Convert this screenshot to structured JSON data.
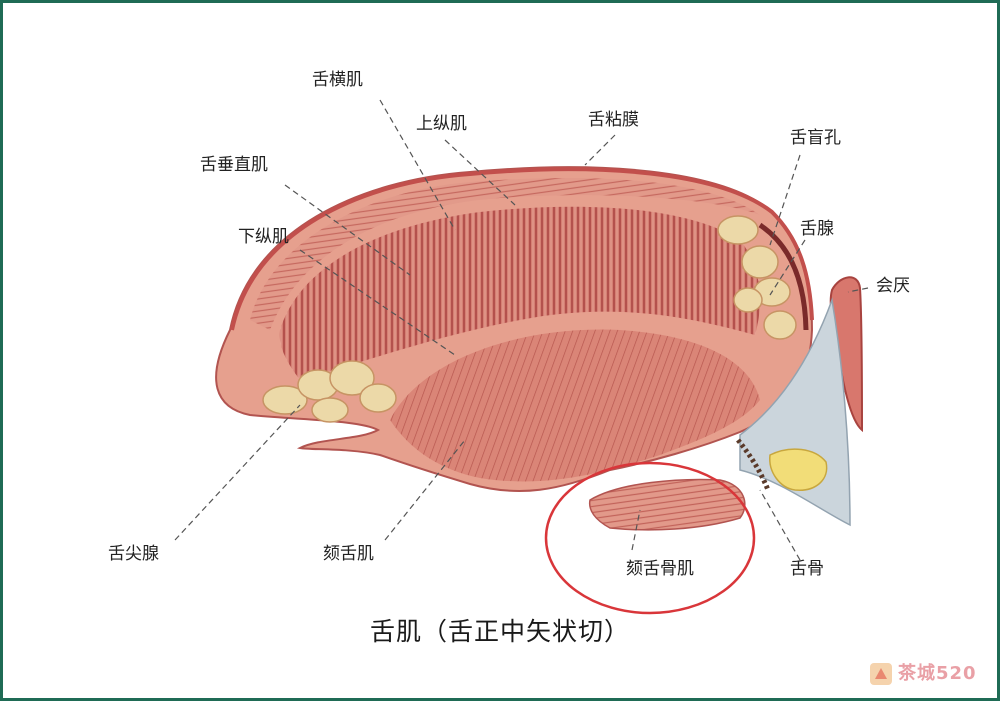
{
  "labels": {
    "transverse": "舌横肌",
    "superior_longitudinal": "上纵肌",
    "mucosa": "舌粘膜",
    "foramen_cecum": "舌盲孔",
    "vertical": "舌垂直肌",
    "inferior_longitudinal": "下纵肌",
    "lingual_gland": "舌腺",
    "epiglottis": "会厌",
    "apical_gland": "舌尖腺",
    "genioglossus": "颏舌肌",
    "geniohyoid": "颏舌骨肌",
    "hyoid": "舌骨"
  },
  "caption": "舌肌（舌正中矢状切）",
  "watermark": {
    "text": "茶城520"
  },
  "colors": {
    "frame": "#1f6b55",
    "muscle": "#d9786e",
    "muscle_dark": "#b24a46",
    "mucosa": "#c85552",
    "gland": "#ead8a8",
    "cartilage": "#c9d3da",
    "bone": "#f3df7a",
    "highlight_circle": "#d9363a"
  }
}
